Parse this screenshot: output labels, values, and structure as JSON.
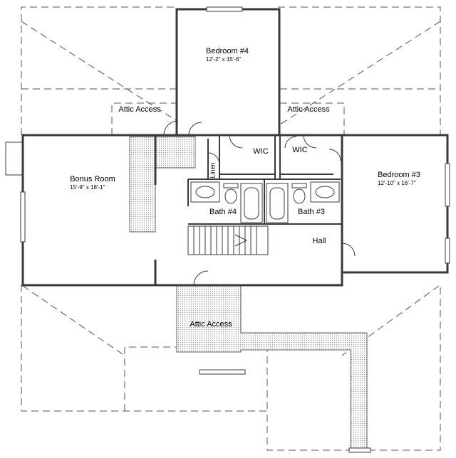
{
  "rooms": {
    "bedroom4": {
      "name": "Bedroom #4",
      "dims": "12'-2\" x 15'-6\""
    },
    "bedroom3": {
      "name": "Bedroom #3",
      "dims": "12'-10\" x 16'-7\""
    },
    "bonus": {
      "name": "Bonus Room",
      "dims": "15'-9\" x 18'-1\""
    },
    "wic_left": {
      "name": "WIC"
    },
    "wic_right": {
      "name": "WIC"
    },
    "bath4": {
      "name": "Bath #4"
    },
    "bath3": {
      "name": "Bath #3"
    },
    "hall": {
      "name": "Hall"
    },
    "linen": {
      "name": "Linen"
    },
    "attic_left": {
      "name": "Attic Access"
    },
    "attic_right": {
      "name": "Attic Access"
    },
    "attic_bottom": {
      "name": "Attic Access"
    }
  },
  "colors": {
    "wall": "#3a3a3a",
    "roofline": "#555555",
    "hatch": "#9a9a9a"
  }
}
